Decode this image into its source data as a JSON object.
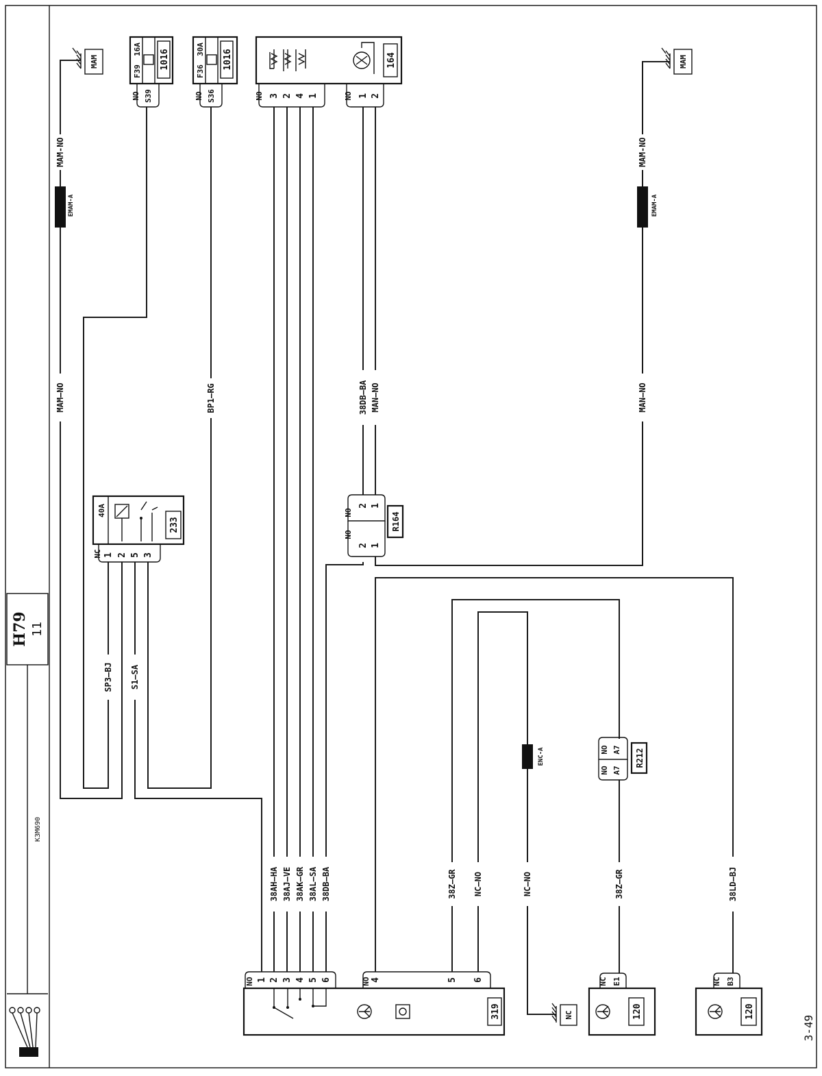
{
  "title_block": {
    "code": "H79",
    "sub": "11",
    "vehicle": "K3M690",
    "page_ref": "3-49"
  },
  "components": {
    "fuse_f39": {
      "id": "1016",
      "fuse": "F39",
      "rating": "16A",
      "pin_color": "NO",
      "pin": "S39"
    },
    "fuse_f36": {
      "id": "1016",
      "fuse": "F36",
      "rating": "30A",
      "pin_color": "NO",
      "pin": "S36"
    },
    "fan_unit": {
      "id": "164",
      "pin_color_a": "NO",
      "pins_a": [
        "3",
        "2",
        "4",
        "1"
      ],
      "pin_color_b": "NO",
      "pins_b": [
        "1",
        "2"
      ]
    },
    "relay": {
      "id": "233",
      "rating": "40A",
      "pin_color": "NC",
      "pins": [
        "1",
        "2",
        "5",
        "3"
      ]
    },
    "conn_r164": {
      "id": "R164",
      "c_top": "NO",
      "c_bottom": "NO",
      "pins_top": [
        "2",
        "1"
      ],
      "pins_bottom": [
        "2",
        "1"
      ]
    },
    "conn_r212": {
      "id": "R212",
      "c_top": "NO",
      "c_bottom": "NO",
      "pin_top": "A7",
      "pin_bottom": "A7"
    },
    "computer": {
      "id": "319",
      "c1": "NO",
      "c2": "NO",
      "pins_a": [
        "1",
        "2",
        "3",
        "4",
        "5",
        "6"
      ],
      "pins_b": [
        "4",
        "5",
        "6"
      ]
    },
    "sensor_e1": {
      "id": "120",
      "color": "NC",
      "pin": "E1"
    },
    "sensor_b3": {
      "id": "120",
      "color": "NC",
      "pin": "B3"
    },
    "ground_mam_1": {
      "label": "MAM"
    },
    "ground_mam_2": {
      "label": "MAM"
    },
    "ground_nc": {
      "label": "NC"
    }
  },
  "wires": {
    "mam_no_1": "MAM-NO",
    "emam_1": "EMAM-A",
    "mam_no_mid_1": "MAM—NO",
    "bp1": "BP1—RG",
    "r164_a": "38DB—BA",
    "r164_b": "MAN—NO",
    "mam_no_2": "MAM-NO",
    "emam_2": "EMAM-A",
    "mam_no_mid_2": "MAN—NO",
    "sp3": "SP3—BJ",
    "s1": "S1—SA",
    "ecu": [
      "38AH—HA",
      "38AJ—VE",
      "38AK—GR",
      "38AL—SA",
      "38DB—BA"
    ],
    "w38z_a": "38Z—GR",
    "nc_no": "NC—NO",
    "nc_no_2": "NC—NO",
    "enc": "ENC-A",
    "w38z_b": "38Z—GR",
    "w38ld": "38LD—BJ"
  }
}
